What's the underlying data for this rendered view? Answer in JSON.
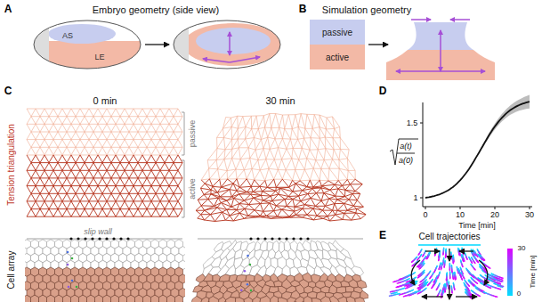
{
  "diagram": {
    "nodes": [
      {
        "text": [
          "passive"
        ]
      },
      {
        "text": [
          "active"
        ]
      }
    ],
    "labels": [
      "A",
      "Embryo geometry (side view)",
      "AS",
      "LE",
      "B",
      "Simulation geometry",
      "C",
      "0 min",
      "30 min",
      "Tension triangulation",
      "passive",
      "active",
      "slip wall",
      "Cell array",
      "D",
      "1.5",
      "1",
      "0",
      "10",
      "20",
      "30",
      "Time [min]",
      "E",
      "Cell trajectories",
      "30",
      "Time [min]",
      "0",
      "a(t)",
      "a(0)"
    ]
  }
}
